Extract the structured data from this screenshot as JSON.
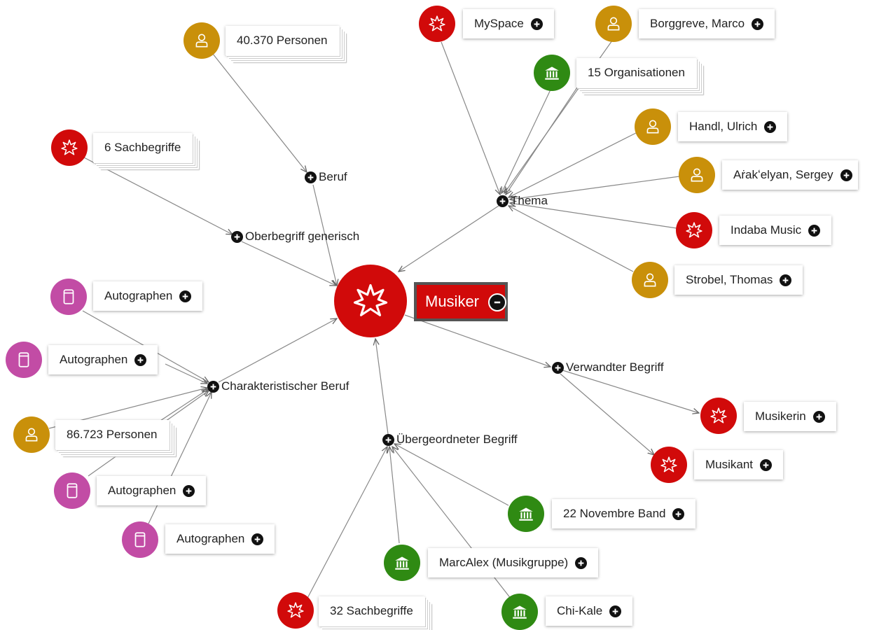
{
  "colors": {
    "concept": "#d10a0a",
    "person": "#c9900a",
    "organisation": "#2f8a13",
    "work": "#c24ca5",
    "edge": "#888888"
  },
  "center": {
    "label": "Musiker",
    "icon": "concept-icon"
  },
  "relations": {
    "beruf": "Beruf",
    "oberbegriff_generisch": "Oberbegriff generisch",
    "thema": "Thema",
    "charakteristischer_beruf": "Charakteristischer Beruf",
    "verwandter_begriff": "Verwandter Begriff",
    "uebergeordneter_begriff": "Übergeordneter Begriff"
  },
  "nodes": {
    "personen_40370": {
      "label": "40.370 Personen",
      "type": "person",
      "icon": "person-icon"
    },
    "sachbegriffe_6": {
      "label": "6 Sachbegriffe",
      "type": "concept",
      "icon": "concept-icon"
    },
    "myspace": {
      "label": "MySpace",
      "type": "concept",
      "icon": "concept-icon"
    },
    "borggreve": {
      "label": "Borggreve, Marco",
      "type": "person",
      "icon": "person-icon"
    },
    "organisationen_15": {
      "label": "15 Organisationen",
      "type": "organisation",
      "icon": "institution-icon"
    },
    "handl": {
      "label": "Handl, Ulrich",
      "type": "person",
      "icon": "person-icon"
    },
    "arakelyan": {
      "label": "Aṙakʻelyan, Sergey",
      "type": "person",
      "icon": "person-icon"
    },
    "indaba": {
      "label": "Indaba Music",
      "type": "concept",
      "icon": "concept-icon"
    },
    "strobel": {
      "label": "Strobel, Thomas",
      "type": "person",
      "icon": "person-icon"
    },
    "autographen_1": {
      "label": "Autographen",
      "type": "work",
      "icon": "document-icon"
    },
    "autographen_2": {
      "label": "Autographen",
      "type": "work",
      "icon": "document-icon"
    },
    "personen_86723": {
      "label": "86.723 Personen",
      "type": "person",
      "icon": "person-icon"
    },
    "autographen_3": {
      "label": "Autographen",
      "type": "work",
      "icon": "document-icon"
    },
    "autographen_4": {
      "label": "Autographen",
      "type": "work",
      "icon": "document-icon"
    },
    "musikerin": {
      "label": "Musikerin",
      "type": "concept",
      "icon": "concept-icon"
    },
    "musikant": {
      "label": "Musikant",
      "type": "concept",
      "icon": "concept-icon"
    },
    "novembre_band": {
      "label": "22 Novembre Band",
      "type": "organisation",
      "icon": "institution-icon"
    },
    "marcalex": {
      "label": "MarcAlex (Musikgruppe)",
      "type": "organisation",
      "icon": "institution-icon"
    },
    "sachbegriffe_32": {
      "label": "32 Sachbegriffe",
      "type": "concept",
      "icon": "concept-icon"
    },
    "chi_kale": {
      "label": "Chi-Kale",
      "type": "organisation",
      "icon": "institution-icon"
    }
  }
}
